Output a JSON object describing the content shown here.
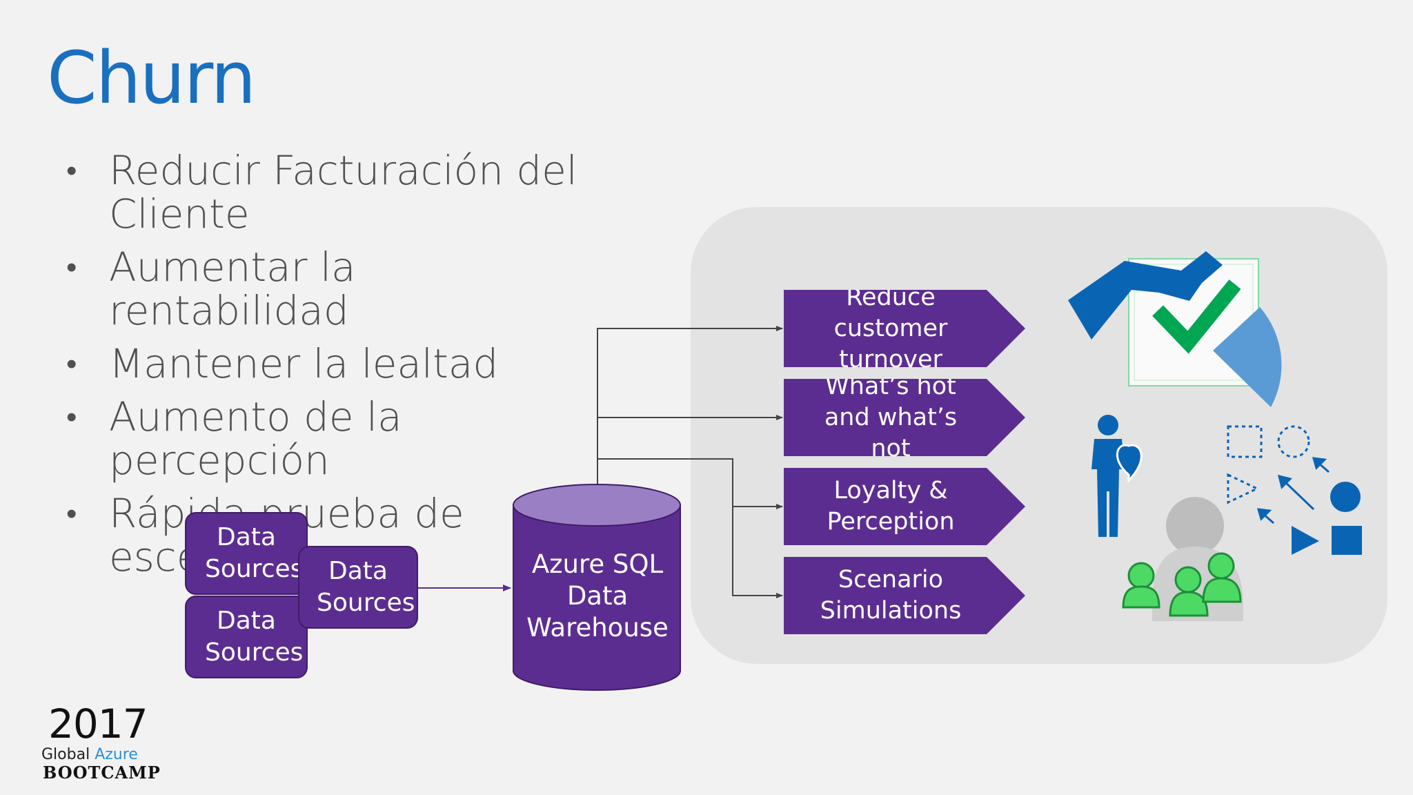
{
  "slide": {
    "title": "Churn",
    "bullets": [
      "Reducir Facturación del Cliente",
      "Aumentar la rentabilidad",
      "Mantener la lealtad",
      "Aumento de la percepción",
      "Rápida prueba de escenario"
    ]
  },
  "diagram": {
    "data_sources": [
      "Data Sources",
      "Data Sources",
      "Data Sources"
    ],
    "warehouse": "Azure SQL Data Warehouse",
    "outcomes": [
      "Reduce customer turnover",
      "What’s hot and what’s not",
      "Loyalty & Perception",
      "Scenario Simulations"
    ],
    "icons": [
      "chart-check-icon",
      "customer-heart-icon",
      "shapes-icon",
      "user-group-icon"
    ]
  },
  "logo": {
    "year": "2017",
    "line1_a": "Global",
    "line1_b": "Azure",
    "line2": "BOOTCAMP"
  },
  "colors": {
    "title_blue": "#1a6fbf",
    "purple": "#5c2d91",
    "panel_gray": "#e3e3e3",
    "check_green": "#00a651",
    "icon_blue": "#0a64b4"
  }
}
